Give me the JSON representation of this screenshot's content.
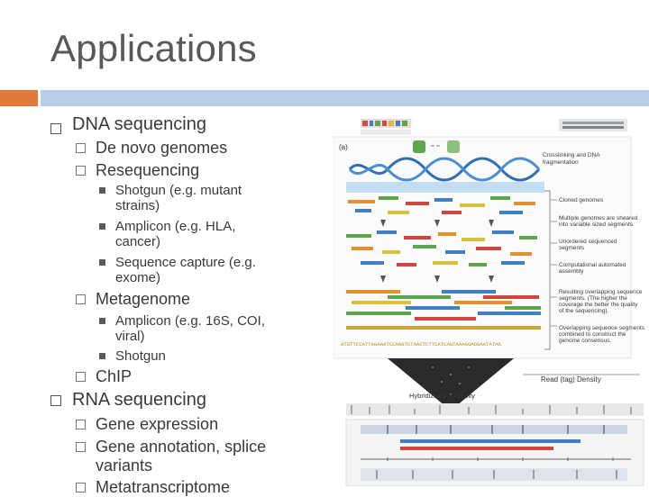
{
  "slide": {
    "title": "Applications"
  },
  "outline": {
    "dna": {
      "label": "DNA sequencing",
      "items": {
        "denovo": "De novo genomes",
        "reseq": "Resequencing",
        "reseq_sub": [
          [
            "Shotgun (e.g. mutant",
            "strains)"
          ],
          [
            "Amplicon (e.g. HLA,",
            "cancer)"
          ],
          [
            "Sequence capture (e.g.",
            "exome)"
          ]
        ],
        "meta": "Metagenome",
        "meta_sub": [
          [
            "Amplicon (e.g. 16S, COI,",
            "viral)"
          ],
          [
            "Shotgun"
          ]
        ],
        "chip": "ChIP"
      }
    },
    "rna": {
      "label": "RNA sequencing",
      "items": {
        "gene_expression": "Gene expression",
        "gene_annotation": [
          "Gene annotation, splice",
          "variants"
        ],
        "metatranscriptome": "Metatranscriptome"
      }
    }
  },
  "figure": {
    "panel_label": "(a)",
    "annotations": {
      "crosslinking": [
        "Crosslinking and DNA",
        "fragmentation"
      ],
      "cloned": "Cloned genomes",
      "multiple": [
        "Multiple genomes are sheared",
        "into variable sized segments"
      ],
      "unordered": [
        "Unordered sequenced",
        "segments"
      ],
      "computational": [
        "Computational automated",
        "assembly"
      ],
      "resulting": [
        "Resulting overlapping sequence",
        "segments. (The higher the",
        "coverage the better the quality",
        "of the sequencing)."
      ],
      "overlapping": [
        "Overlapping sequence segments",
        "combined to construct the",
        "genome consensus."
      ],
      "read_density": "Read (tag) Density",
      "hybridization": "Hybridization intensity"
    },
    "sequence_text": "ATGTTCCATTAGAAATCCAAGTCTAACTCTTCATCAGTAAAGGAGGAATATAA",
    "colors": {
      "accent": "#e07b39",
      "rule": "#b9cde6",
      "dna_blue": "#2f6fb5",
      "seg_green": "#5aa84b",
      "seg_orange": "#e4902f",
      "seg_red": "#d2453c",
      "seg_blue": "#3f7fc4",
      "seg_yellow": "#d9c23a"
    }
  }
}
